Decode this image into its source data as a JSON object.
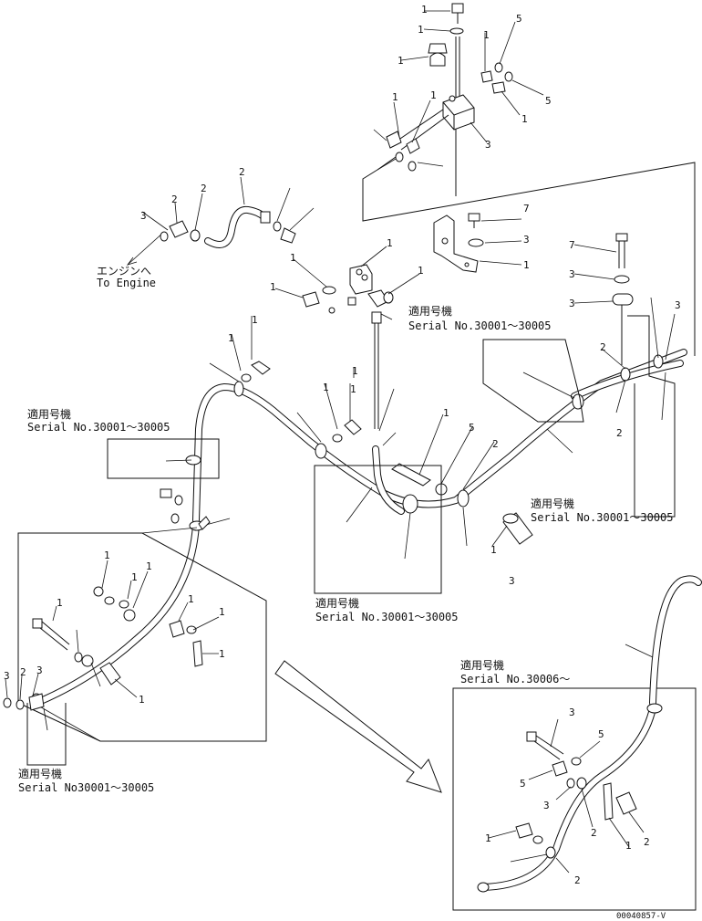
{
  "engine_label": {
    "jp": "エンジンへ",
    "en": "To Engine"
  },
  "serial_labels": [
    {
      "id": "s1",
      "jp": "適用号機",
      "serial": "Serial No.30001～30005"
    },
    {
      "id": "s2",
      "jp": "適用号機",
      "serial": "Serial No.30001～30005"
    },
    {
      "id": "s3",
      "jp": "適用号機",
      "serial": "Serial No.30001～30005"
    },
    {
      "id": "s4",
      "jp": "適用号機",
      "serial": "Serial No.30001～30005"
    },
    {
      "id": "s5",
      "jp": "適用号機",
      "serial": "Serial No30001～30005"
    },
    {
      "id": "s6",
      "jp": "適用号機",
      "serial": "Serial No.30006～"
    }
  ],
  "index_labels": [
    "5",
    "1",
    "1",
    "1",
    "1",
    "5",
    "1",
    "3",
    "1",
    "1",
    "7",
    "3",
    "1",
    "7",
    "3",
    "3",
    "1",
    "1",
    "1",
    "1",
    "1",
    "1",
    "1",
    "1",
    "1",
    "1",
    "5",
    "2",
    "1",
    "3",
    "2",
    "2",
    "3",
    "3",
    "5",
    "5",
    "3",
    "2",
    "2",
    "1",
    "2",
    "1",
    "1",
    "1",
    "1",
    "1",
    "1",
    "1",
    "1",
    "1",
    "3",
    "2",
    "3",
    "3",
    "2",
    "2",
    "2"
  ],
  "drawing_number": "00040857-V"
}
